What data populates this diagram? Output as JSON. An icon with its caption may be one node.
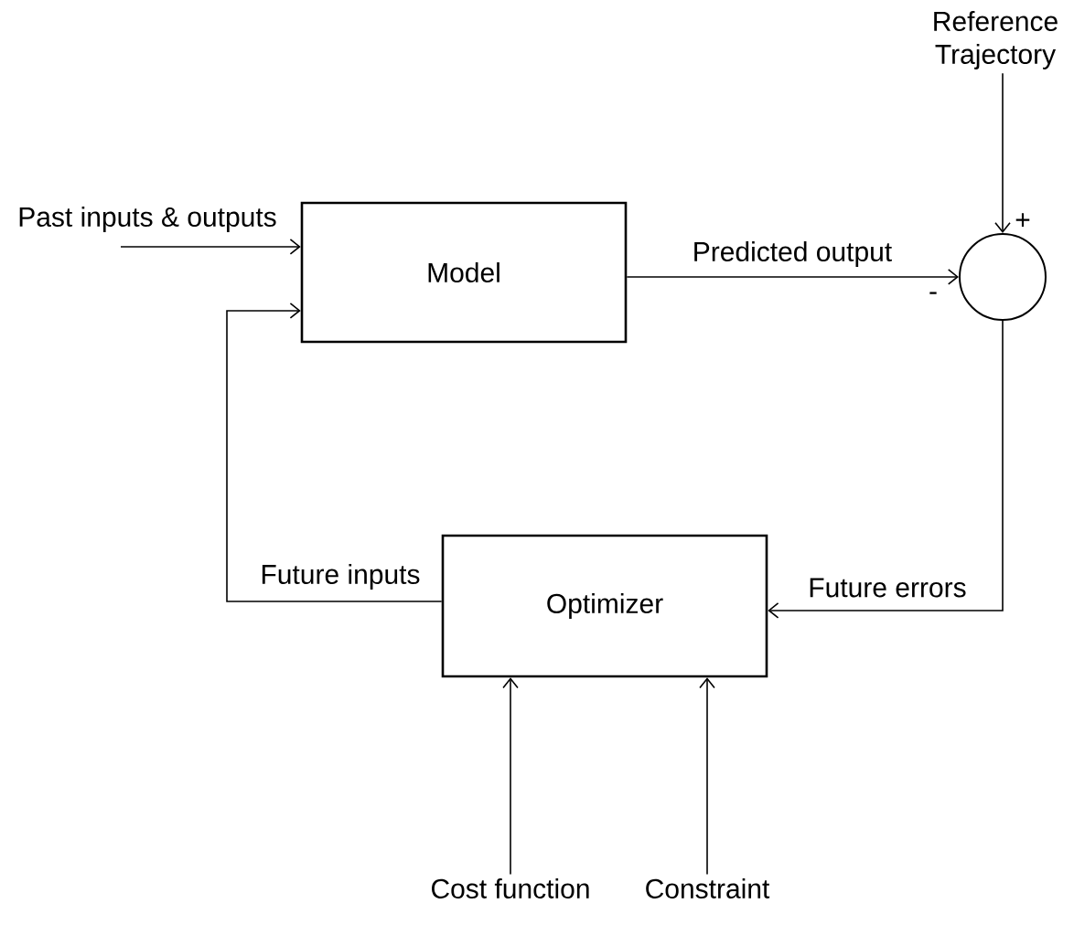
{
  "diagram": {
    "nodes": [
      {
        "text": [
          "Reference Trajectory"
        ]
      },
      {
        "text": [
          "Model"
        ]
      },
      {
        "text": [],
        "shape": "circle"
      },
      {
        "text": [
          "Optimizer"
        ]
      },
      {
        "text": [
          "Cost function"
        ]
      },
      {
        "text": [
          "Constraint"
        ]
      }
    ],
    "edges": [
      {
        "from": null,
        "to": 1,
        "arrow": "to",
        "label": "Past inputs & outputs"
      },
      {
        "from": 0,
        "to": 2,
        "arrow": "to"
      },
      {
        "from": 1,
        "to": 2,
        "arrow": "to",
        "label": "Predicted output"
      },
      {
        "from": 2,
        "to": 3,
        "arrow": "to",
        "label": "Future errors"
      },
      {
        "from": 3,
        "to": 1,
        "arrow": "to",
        "label": "Future inputs"
      },
      {
        "from": 4,
        "to": 3,
        "arrow": "to"
      },
      {
        "from": 5,
        "to": 3,
        "arrow": "to"
      }
    ],
    "labels": [
      "+",
      "-"
    ]
  }
}
